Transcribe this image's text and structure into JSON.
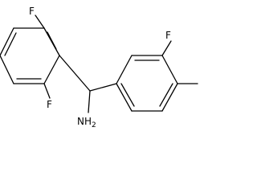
{
  "colors": {
    "bond": "#000000",
    "label": "#000000",
    "background": "#ffffff"
  },
  "labels": {
    "fluorine_top_left": "F",
    "fluorine_bottom_left": "F",
    "fluorine_top_right": "F",
    "amine": "NH2",
    "amine_main": "NH",
    "amine_subscript": "2"
  }
}
